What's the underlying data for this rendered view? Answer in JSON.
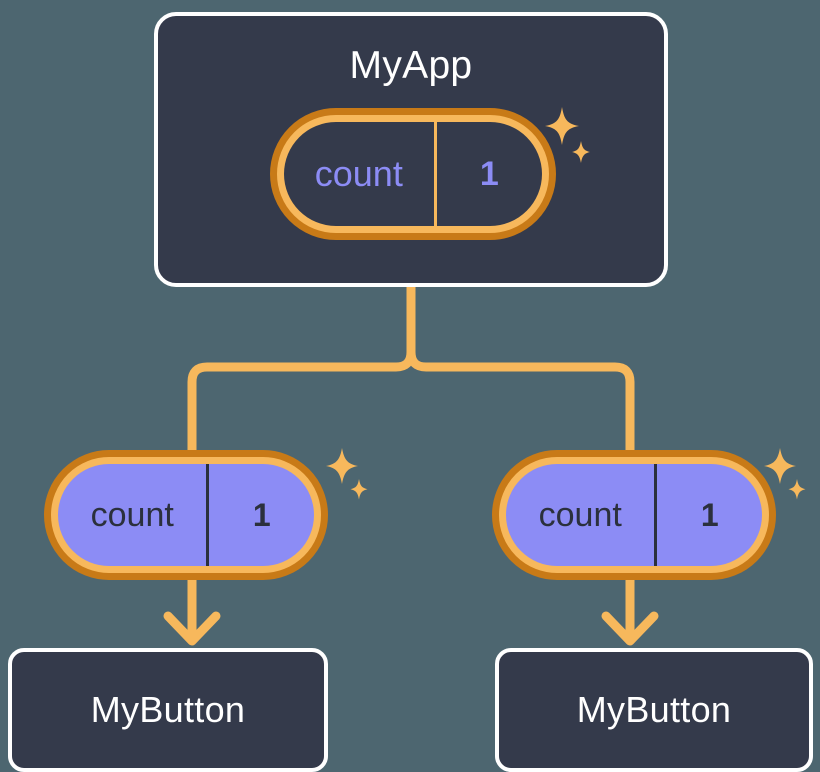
{
  "diagram": {
    "title_node": "MyApp",
    "background_color": "#4d6670",
    "box_fill": "#343a4b",
    "box_border": "#ffffff",
    "pill_ring_outer": "#c87a17",
    "pill_ring_inner": "#f7b85c",
    "pill_value_fill": "#8c8cf5",
    "connector_color": "#f7b85c",
    "accent_text": "#8c8cf5"
  },
  "root": {
    "label": "MyApp",
    "state": {
      "key": "count",
      "value": "1"
    }
  },
  "children": [
    {
      "label": "MyButton",
      "state": {
        "key": "count",
        "value": "1"
      }
    },
    {
      "label": "MyButton",
      "state": {
        "key": "count",
        "value": "1"
      }
    }
  ],
  "icons": {
    "sparkle_large": "sparkle-four-point-large",
    "sparkle_small": "sparkle-four-point-small",
    "arrow": "arrow-down"
  }
}
